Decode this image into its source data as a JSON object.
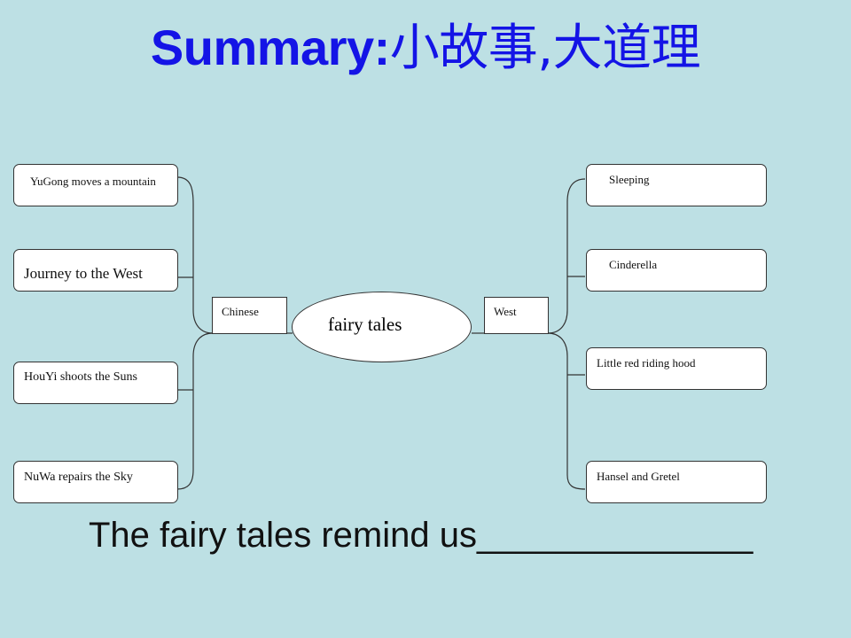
{
  "title": {
    "latin": "Summary:",
    "cjk": "小故事,大道理"
  },
  "center": {
    "label": "fairy tales"
  },
  "categories": {
    "left": "Chinese",
    "right": "West"
  },
  "left_items": [
    "YuGong moves a mountain",
    "Journey to the West",
    "HouYi shoots the Suns",
    "NuWa repairs the Sky"
  ],
  "right_items": [
    "Sleeping",
    "Cinderella",
    "Little red riding hood",
    "Hansel and Gretel"
  ],
  "bottom": {
    "prompt": "The fairy tales remind us",
    "blank": "______________"
  }
}
